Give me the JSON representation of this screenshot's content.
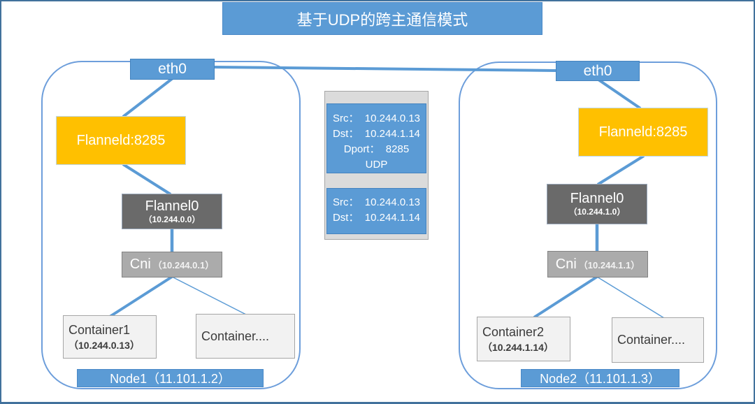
{
  "title": "基于UDP的跨主通信模式",
  "colors": {
    "accent_blue": "#5B9BD5",
    "accent_orange": "#FFC000",
    "dark_gray": "#6A6A6A",
    "mid_gray": "#ABABAB",
    "container_gray": "#F2F2F2",
    "connector_blue": "#5B9BD5",
    "frame_blue": "#41719C"
  },
  "nodes": [
    {
      "eth": "eth0",
      "flanneld": "Flanneld:8285",
      "flannel0_name": "Flannel0",
      "flannel0_ip": "（10.244.0.0）",
      "cni_name": "Cni",
      "cni_ip": "（10.244.0.1）",
      "container_name": "Container1",
      "container_ip": "（10.244.0.13）",
      "container_more": "Container....",
      "banner": "Node1（11.101.1.2）"
    },
    {
      "eth": "eth0",
      "flanneld": "Flanneld:8285",
      "flannel0_name": "Flannel0",
      "flannel0_ip": "（10.244.1.0）",
      "cni_name": "Cni",
      "cni_ip": "（10.244.1.1）",
      "container_name": "Container2",
      "container_ip": "（10.244.1.14）",
      "container_more": "Container....",
      "banner": "Node2（11.101.1.3）"
    }
  ],
  "packets": [
    {
      "lines": [
        "Src：  10.244.0.13",
        "Dst：  10.244.1.14",
        "Dport：  8285",
        "UDP"
      ]
    },
    {
      "lines": [
        "Src：  10.244.0.13",
        "Dst：  10.244.1.14"
      ]
    }
  ]
}
